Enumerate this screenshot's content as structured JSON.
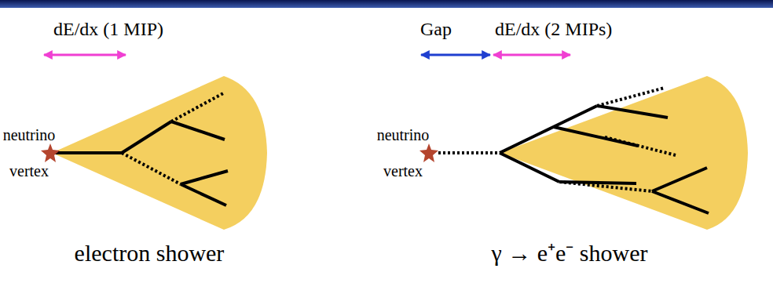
{
  "diagram": {
    "labels": [
      "dE/dx (1 MIP)",
      "Gap",
      "dE/dx (2 MIPs)",
      "neutrino vertex",
      "neutrino vertex",
      "electron shower",
      "γ → e⁺e⁻ shower"
    ]
  }
}
